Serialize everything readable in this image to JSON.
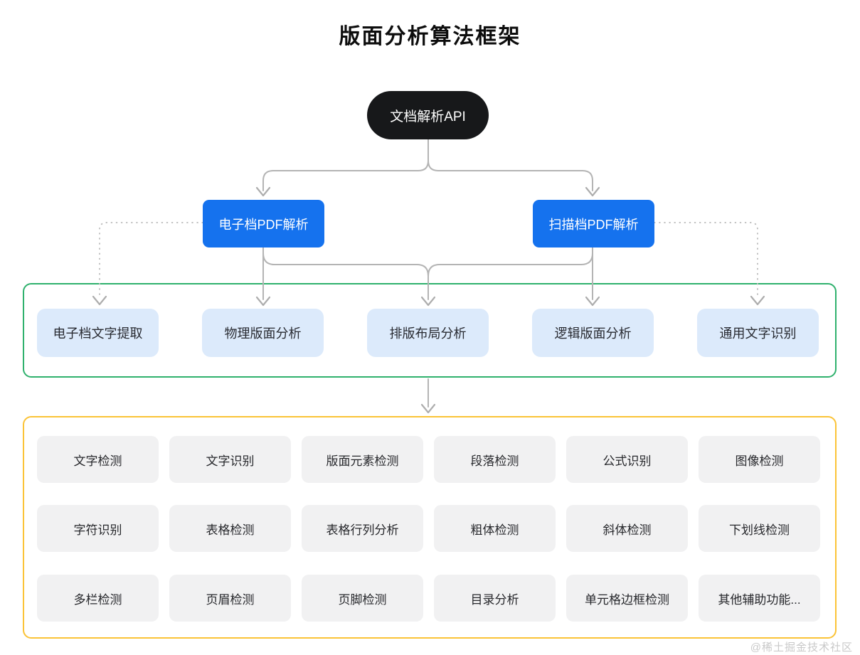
{
  "page": {
    "title": "版面分析算法框架",
    "watermark": "@稀土掘金技术社区",
    "background": "#ffffff"
  },
  "root_node": {
    "label": "文档解析API",
    "bg": "#17181a",
    "text_color": "#ffffff"
  },
  "parsers": [
    {
      "label": "电子档PDF解析"
    },
    {
      "label": "扫描档PDF解析"
    }
  ],
  "analysis_group": {
    "border_color": "#2fb16d",
    "box_bg": "#dceafb",
    "items": [
      "电子档文字提取",
      "物理版面分析",
      "排版布局分析",
      "逻辑版面分析",
      "通用文字识别"
    ]
  },
  "modules_group": {
    "border_color": "#fbc337",
    "box_bg": "#f1f1f2",
    "rows": [
      [
        "文字检测",
        "文字识别",
        "版面元素检测",
        "段落检测",
        "公式识别",
        "图像检测"
      ],
      [
        "字符识别",
        "表格检测",
        "表格行列分析",
        "粗体检测",
        "斜体检测",
        "下划线检测"
      ],
      [
        "多栏检测",
        "页眉检测",
        "页脚检测",
        "目录分析",
        "单元格边框检测",
        "其他辅助功能..."
      ]
    ]
  },
  "colors": {
    "parser_bg": "#1572ee",
    "connector": "#b4b4b4"
  }
}
